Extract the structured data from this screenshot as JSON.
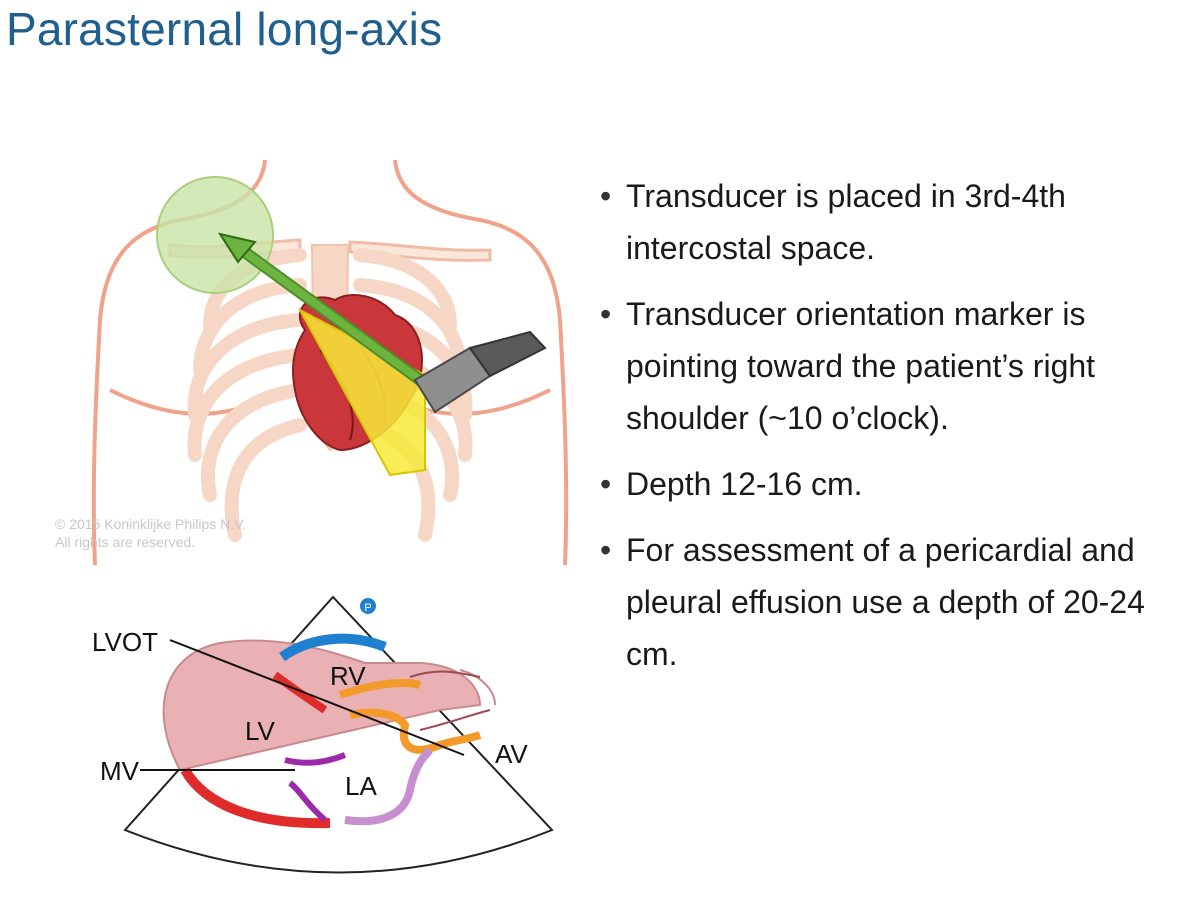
{
  "title": "Parasternal long-axis",
  "bullets": [
    "Transducer is placed in 3rd-4th intercostal space.",
    "Transducer orientation marker is pointing toward the patient’s right shoulder (~10 o’clock).",
    "Depth 12-16 cm.",
    "For assessment of a pericardial and pleural effusion use a depth of 20-24 cm."
  ],
  "copyright": [
    "© 2015 Koninklijke Philips N.V.",
    "All rights are reserved."
  ],
  "diagram_labels": {
    "lvot": "LVOT",
    "rv": "RV",
    "lv": "LV",
    "la": "LA",
    "av": "AV",
    "mv": "MV",
    "marker": "P"
  },
  "colors": {
    "title": "#1f5f8f",
    "skin_outline": "#f0a38a",
    "ribs": "#f6d7c6",
    "heart": "#c9373a",
    "beam_arrow": "#6cb33f",
    "scan_plane": "#f7ea3a",
    "rv_wall": "#1f7fd0",
    "aortic": "#f39a2a",
    "mitral": "#9b2aa8",
    "la_wall": "#c88fd0",
    "lv_wall": "#e02b2b",
    "marker_dot": "#1f7fd0"
  }
}
